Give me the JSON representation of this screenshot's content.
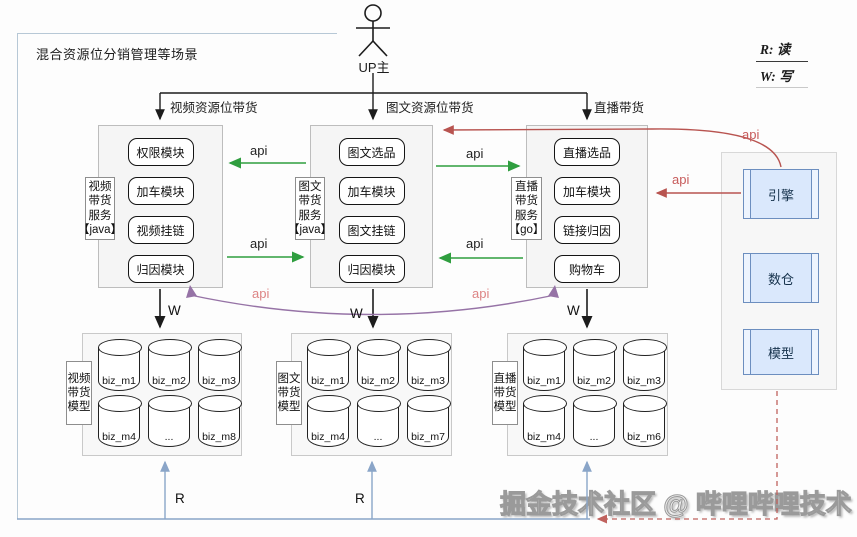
{
  "scene": {
    "title": "混合资源位分销管理等场景"
  },
  "actor": {
    "label": "UP主"
  },
  "legend": {
    "read": "R: 读",
    "write": "W: 写"
  },
  "branches": [
    {
      "label": "视频资源位带货"
    },
    {
      "label": "图文资源位带货"
    },
    {
      "label": "直播带货"
    }
  ],
  "services": [
    {
      "side_label": [
        "视频",
        "带货",
        "服务",
        "【java】"
      ],
      "modules": [
        "权限模块",
        "加车模块",
        "视频挂链",
        "归因模块"
      ]
    },
    {
      "side_label": [
        "图文",
        "带货",
        "服务",
        "【java】"
      ],
      "modules": [
        "图文选品",
        "加车模块",
        "图文挂链",
        "归因模块"
      ]
    },
    {
      "side_label": [
        "直播",
        "带货",
        "服务",
        "【go】"
      ],
      "modules": [
        "直播选品",
        "加车模块",
        "链接归因",
        "购物车"
      ]
    }
  ],
  "platform": {
    "items": [
      "引擎",
      "数仓",
      "模型"
    ]
  },
  "clusters": [
    {
      "side_label": [
        "视频",
        "带货",
        "模型"
      ],
      "dbs": [
        "biz_m1",
        "biz_m2",
        "biz_m3",
        "biz_m4",
        "...",
        "biz_m8"
      ]
    },
    {
      "side_label": [
        "图文",
        "带货",
        "模型"
      ],
      "dbs": [
        "biz_m1",
        "biz_m2",
        "biz_m3",
        "biz_m4",
        "...",
        "biz_m7"
      ]
    },
    {
      "side_label": [
        "直播",
        "带货",
        "模型"
      ],
      "dbs": [
        "biz_m1",
        "biz_m2",
        "biz_m3",
        "biz_m4",
        "...",
        "biz_m6"
      ]
    }
  ],
  "labels": {
    "api": "api",
    "w": "W",
    "r": "R"
  },
  "watermark": "掘金技术社区 @ 哔哩哔哩技术",
  "colors": {
    "green_arrow": "#2f9e3f",
    "red_arrow": "#b85450",
    "purple_arrow": "#9673a6",
    "blue_arrow": "#8aa5c8",
    "frame_border": "#b7c8d6",
    "platform_box_fill": "#dae8fc",
    "platform_box_border": "#6c8ebf"
  }
}
